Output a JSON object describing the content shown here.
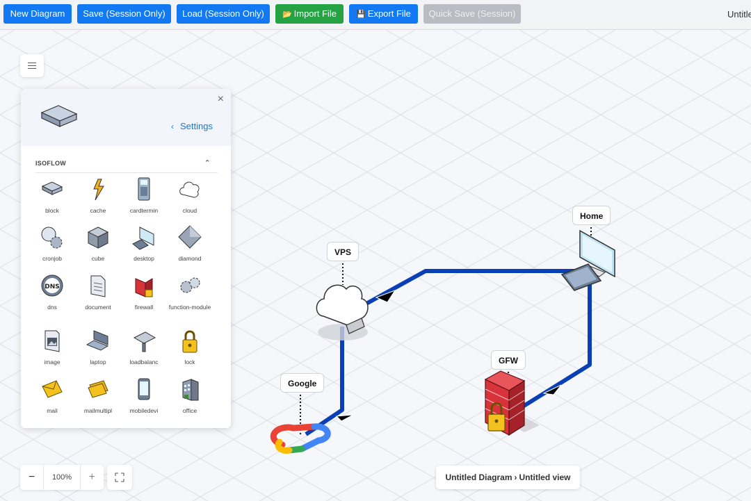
{
  "toolbar": {
    "new_diagram": "New Diagram",
    "save_session": "Save (Session Only)",
    "load_session": "Load (Session Only)",
    "import_file": "Import File",
    "export_file": "Export File",
    "quick_save": "Quick Save (Session)",
    "title_fragment": "Untitle"
  },
  "palette": {
    "close": "×",
    "settings_label": "Settings",
    "section_title": "ISOFLOW",
    "items": [
      {
        "label": "block",
        "icon": "block-icon"
      },
      {
        "label": "cache",
        "icon": "cache-icon"
      },
      {
        "label": "cardtermin",
        "icon": "cardterminal-icon"
      },
      {
        "label": "cloud",
        "icon": "cloud-icon"
      },
      {
        "label": "cronjob",
        "icon": "cronjob-icon"
      },
      {
        "label": "cube",
        "icon": "cube-icon"
      },
      {
        "label": "desktop",
        "icon": "desktop-icon"
      },
      {
        "label": "diamond",
        "icon": "diamond-icon"
      },
      {
        "label": "dns",
        "icon": "dns-icon"
      },
      {
        "label": "document",
        "icon": "document-icon"
      },
      {
        "label": "firewall",
        "icon": "firewall-icon"
      },
      {
        "label": "function-module",
        "icon": "function-module-icon"
      },
      {
        "label": "image",
        "icon": "image-icon"
      },
      {
        "label": "laptop",
        "icon": "laptop-icon"
      },
      {
        "label": "loadbalanc",
        "icon": "loadbalancer-icon"
      },
      {
        "label": "lock",
        "icon": "lock-icon"
      },
      {
        "label": "mail",
        "icon": "mail-icon"
      },
      {
        "label": "mailmultipl",
        "icon": "mailmultiple-icon"
      },
      {
        "label": "mobiledevi",
        "icon": "mobiledevice-icon"
      },
      {
        "label": "office",
        "icon": "office-icon"
      }
    ]
  },
  "zoom": {
    "value": "100%",
    "minus": "−",
    "plus": "+"
  },
  "breadcrumb": {
    "diagram": "Untitled Diagram",
    "separator": "›",
    "view": "Untitled view"
  },
  "nodes": {
    "vps": "VPS",
    "home": "Home",
    "gfw": "GFW",
    "google": "Google"
  },
  "colors": {
    "primary": "#1279f2",
    "success": "#25a244",
    "disabled": "#b9bcc2",
    "connector": "#0a3fb5"
  }
}
